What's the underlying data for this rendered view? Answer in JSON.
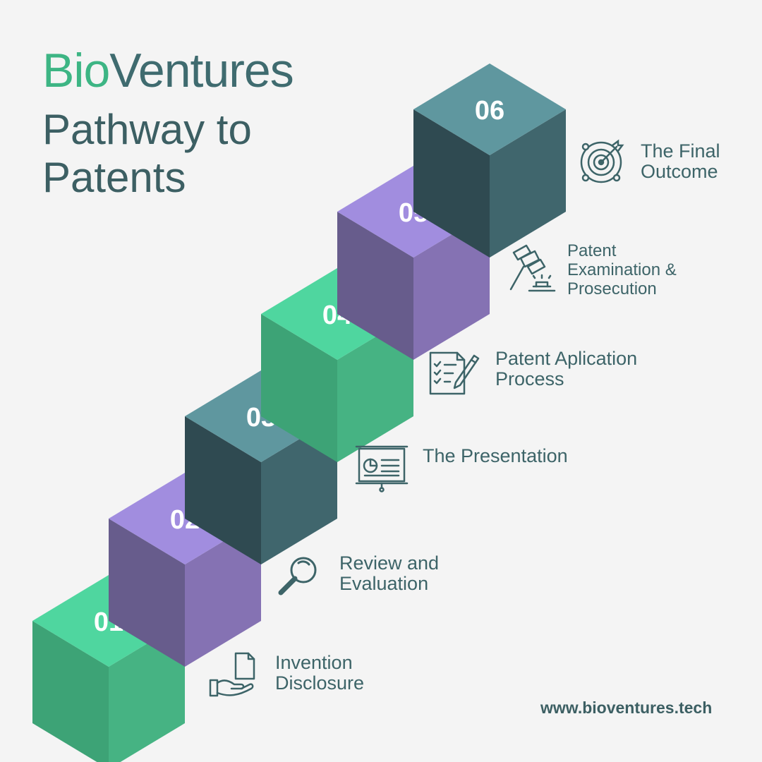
{
  "brand": {
    "part1": "Bio",
    "part2": "Ventures"
  },
  "title": {
    "line1": "Pathway to",
    "line2": "Patents"
  },
  "steps": [
    {
      "number": "01",
      "line1": "Invention",
      "line2": "Disclosure",
      "line3": "",
      "icon": "hand-document-icon",
      "top": "#4fd69f",
      "left": "#3da376",
      "right": "#46b383"
    },
    {
      "number": "02",
      "line1": "Review and",
      "line2": "Evaluation",
      "line3": "",
      "icon": "magnifying-glass-icon",
      "top": "#a18ddf",
      "left": "#675c8c",
      "right": "#8572b3"
    },
    {
      "number": "03",
      "line1": "The Presentation",
      "line2": "",
      "line3": "",
      "icon": "presentation-board-icon",
      "top": "#5f979f",
      "left": "#2f4a51",
      "right": "#40666d"
    },
    {
      "number": "04",
      "line1": "Patent Aplication",
      "line2": "Process",
      "line3": "",
      "icon": "document-pen-icon",
      "top": "#4fd69f",
      "left": "#3da376",
      "right": "#46b383"
    },
    {
      "number": "05",
      "line1": "Patent",
      "line2": "Examination &",
      "line3": "Prosecution",
      "icon": "gavel-icon",
      "top": "#a18ddf",
      "left": "#675c8c",
      "right": "#8572b3"
    },
    {
      "number": "06",
      "line1": "The Final",
      "line2": "Outcome",
      "line3": "",
      "icon": "target-icon",
      "top": "#5f979f",
      "left": "#2f4a51",
      "right": "#40666d"
    }
  ],
  "footer": {
    "url": "www.bioventures.tech"
  },
  "colors": {
    "text": "#3d6468",
    "brand_green": "#3db584",
    "background": "#f4f4f4"
  }
}
